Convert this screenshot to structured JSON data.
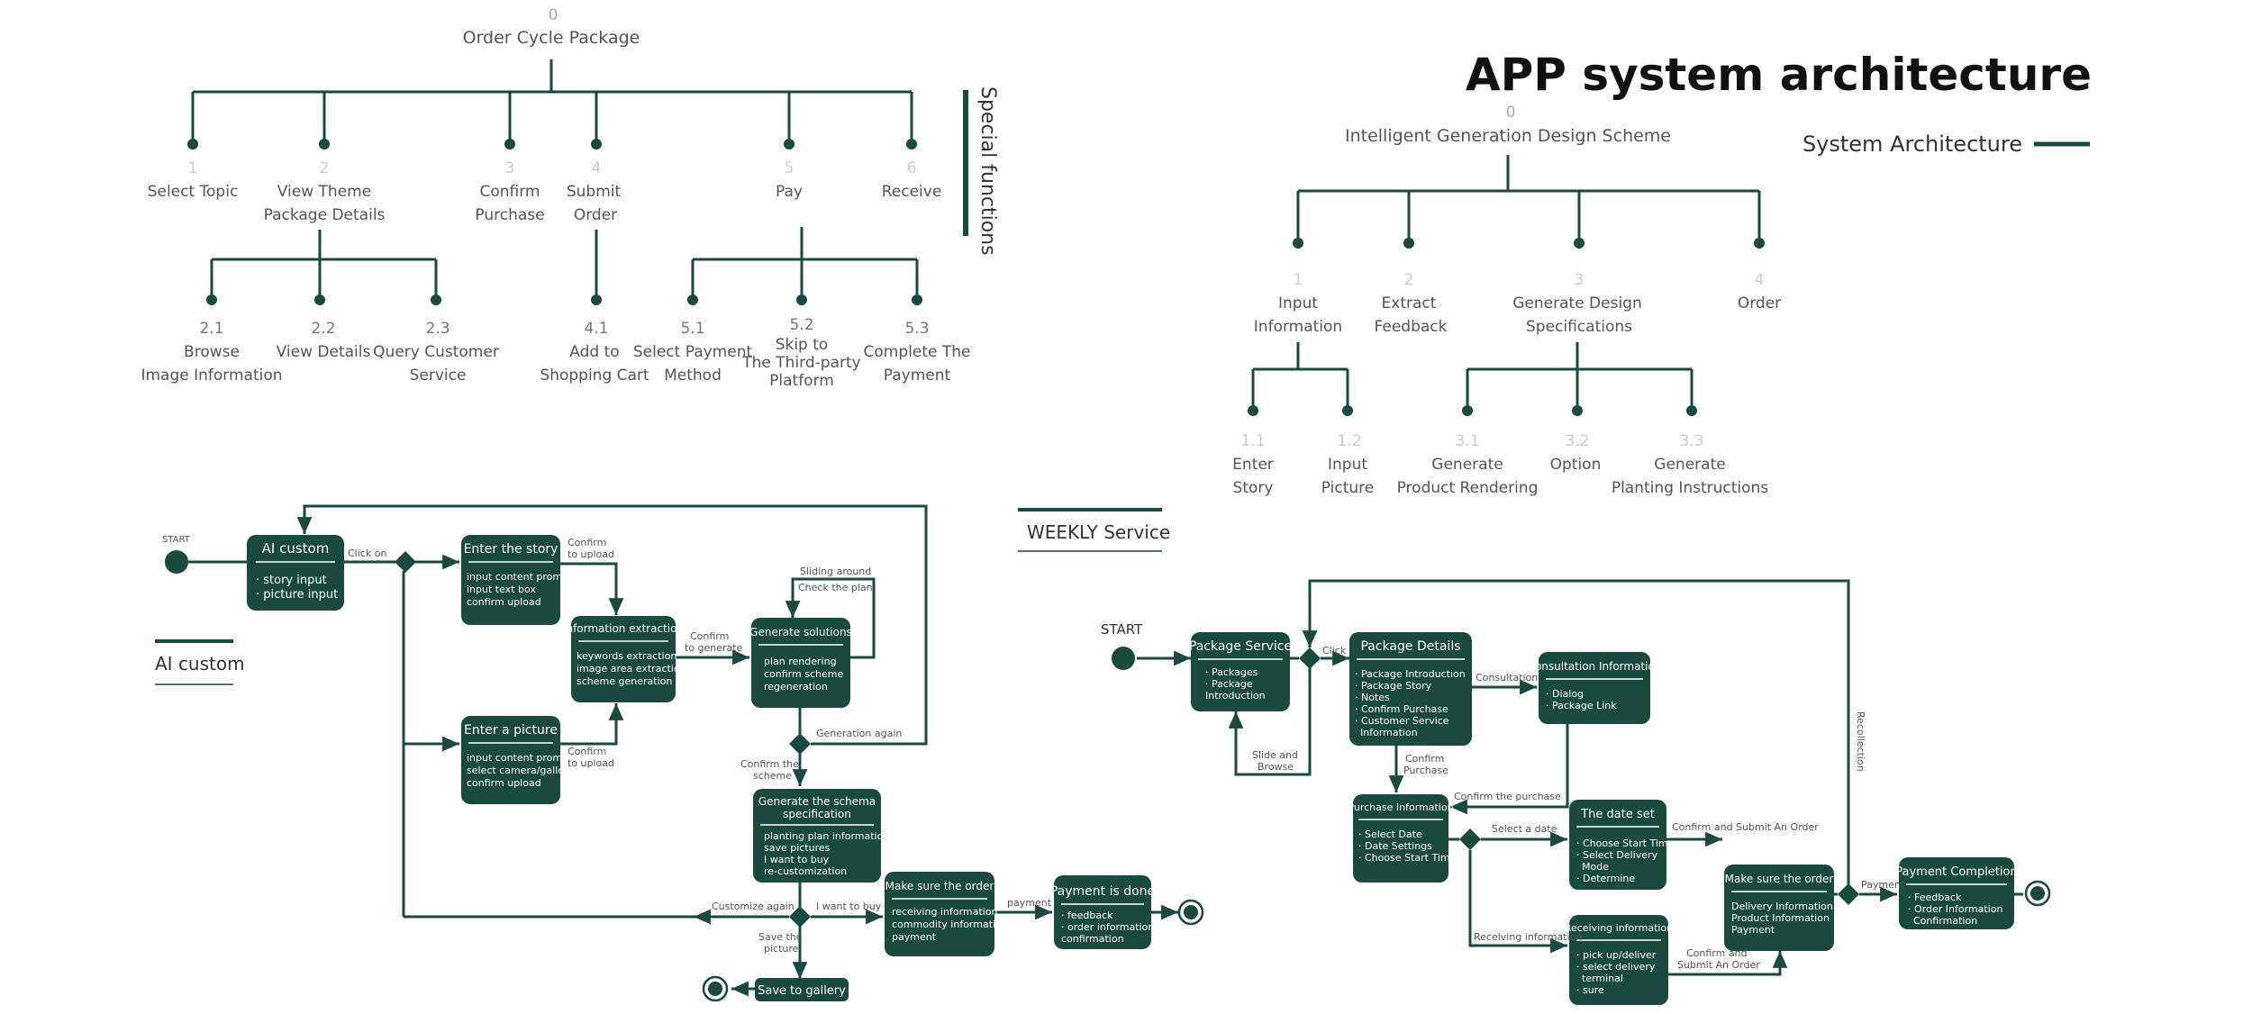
{
  "colors": {
    "primary": "#1a4a3f",
    "text": "#555555",
    "muted": "#bdbdbd",
    "white": "#ffffff",
    "background": "#ffffff"
  },
  "title": "APP system architecture",
  "legend": {
    "system_architecture": "System Architecture",
    "special_functions": "Special functions",
    "ai_custom": "AI custom",
    "weekly_service": "WEEKLY Service"
  },
  "tree_order": {
    "root": {
      "num": "0",
      "label": "Order Cycle Package"
    },
    "level1": [
      {
        "num": "1",
        "label": [
          "Select Topic"
        ]
      },
      {
        "num": "2",
        "label": [
          "View Theme",
          "Package Details"
        ]
      },
      {
        "num": "3",
        "label": [
          "Confirm",
          "Purchase"
        ]
      },
      {
        "num": "4",
        "label": [
          "Submit",
          "Order"
        ]
      },
      {
        "num": "5",
        "label": [
          "Pay"
        ]
      },
      {
        "num": "6",
        "label": [
          "Receive"
        ]
      }
    ],
    "level2": [
      {
        "num": "2.1",
        "label": [
          "Browse",
          "Image Information"
        ]
      },
      {
        "num": "2.2",
        "label": [
          "View Details"
        ]
      },
      {
        "num": "2.3",
        "label": [
          "Query Customer",
          "Service"
        ]
      },
      {
        "num": "4.1",
        "label": [
          "Add to",
          "Shopping Cart"
        ]
      },
      {
        "num": "5.1",
        "label": [
          "Select Payment",
          "Method"
        ]
      },
      {
        "num": "5.2",
        "label": [
          "Skip to",
          "The Third-party",
          "Platform"
        ]
      },
      {
        "num": "5.3",
        "label": [
          "Complete The",
          "Payment"
        ]
      }
    ]
  },
  "tree_design": {
    "root": {
      "num": "0",
      "label": "Intelligent Generation Design Scheme"
    },
    "level1": [
      {
        "num": "1",
        "label": [
          "Input",
          "Information"
        ]
      },
      {
        "num": "2",
        "label": [
          "Extract",
          "Feedback"
        ]
      },
      {
        "num": "3",
        "label": [
          "Generate Design",
          "Specifications"
        ]
      },
      {
        "num": "4",
        "label": [
          "Order"
        ]
      }
    ],
    "level2": [
      {
        "num": "1.1",
        "label": [
          "Enter",
          "Story"
        ]
      },
      {
        "num": "1.2",
        "label": [
          "Input",
          "Picture"
        ]
      },
      {
        "num": "3.1",
        "label": [
          "Generate",
          "Product Rendering"
        ]
      },
      {
        "num": "3.2",
        "label": [
          "Option"
        ]
      },
      {
        "num": "3.3",
        "label": [
          "Generate",
          "Planting Instructions"
        ]
      }
    ]
  },
  "flow_ai": {
    "start": "START",
    "nodes": [
      {
        "title": "AI custom",
        "items": [
          "· story input",
          "· picture input"
        ]
      },
      {
        "title": "Enter the story",
        "items": [
          "input content prompt",
          "input text box",
          "confirm upload"
        ]
      },
      {
        "title": "Enter a picture",
        "items": [
          "input content prompt",
          "select camera/gallery",
          "confirm upload"
        ]
      },
      {
        "title": "Information extraction",
        "items": [
          "keywords extraction",
          "image area extraction",
          "scheme generation"
        ]
      },
      {
        "title": "Generate solutions",
        "items": [
          "plan rendering",
          "confirm scheme",
          "regeneration"
        ]
      },
      {
        "title": "Generate the schema specification",
        "items": [
          "planting plan information",
          "save pictures",
          "I want to buy",
          "re-customization"
        ]
      },
      {
        "title": "Make sure the order",
        "items": [
          "receiving information",
          "commodity information",
          "payment"
        ]
      },
      {
        "title": "Payment is done",
        "items": [
          "· feedback",
          "· order information",
          "confirmation"
        ]
      },
      {
        "title": "Save to gallery",
        "items": []
      }
    ],
    "edge_labels": [
      "Click on",
      "Confirm to upload",
      "Confirm to upload",
      "Confirm to generate",
      "Sliding around",
      "Check the plan",
      "Generation again",
      "Confirm the scheme",
      "Customize again",
      "I want to buy",
      "Save the picture",
      "payment"
    ]
  },
  "flow_weekly": {
    "start": "START",
    "nodes": [
      {
        "title": "Package Service",
        "items": [
          "· Packages",
          "· Package",
          "Introduction"
        ]
      },
      {
        "title": "Package Details",
        "items": [
          "· Package Introduction",
          "· Package Story",
          "· Notes",
          "· Confirm Purchase",
          "· Customer Service",
          "Information"
        ]
      },
      {
        "title": "Consultation Information",
        "items": [
          "· Dialog",
          "· Package Link"
        ]
      },
      {
        "title": "Purchase Information",
        "items": [
          "· Select Date",
          "· Date Settings",
          "· Choose Start Time"
        ]
      },
      {
        "title": "The date set",
        "items": [
          "· Choose Start Time",
          "· Select Delivery",
          "Mode",
          "· Determine"
        ]
      },
      {
        "title": "Receiving information",
        "items": [
          "· pick up/deliver",
          "· select delivery",
          "terminal",
          "· sure"
        ]
      },
      {
        "title": "Make sure the order",
        "items": [
          "Delivery Information",
          "Product Information",
          "Payment"
        ]
      },
      {
        "title": "Payment Completion",
        "items": [
          "· Feedback",
          "· Order Information",
          "Confirmation"
        ]
      }
    ],
    "edge_labels": [
      "Click",
      "Slide and Browse",
      "Consultation",
      "Confirm Purchase",
      "Confirm the purchase",
      "Select a date",
      "Receiving information",
      "Confirm and Submit An Order",
      "Confirm and Submit An Order",
      "Payment",
      "Recollection"
    ]
  }
}
